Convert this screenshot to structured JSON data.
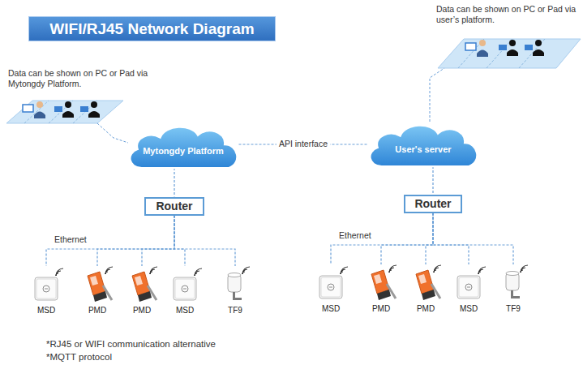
{
  "diagram": {
    "title": "WIFI/RJ45 Network Diagram",
    "nodes": [
      {
        "text": [
          "Mytongdy Platform"
        ]
      },
      {
        "text": [
          "User's server"
        ]
      },
      {
        "text": [
          "Router"
        ]
      },
      {
        "text": [
          "Router"
        ]
      },
      {
        "text": [
          "MSD"
        ]
      },
      {
        "text": [
          "PMD"
        ]
      },
      {
        "text": [
          "PMD"
        ]
      },
      {
        "text": [
          "MSD"
        ]
      },
      {
        "text": [
          "TF9"
        ]
      },
      {
        "text": [
          "MSD"
        ]
      },
      {
        "text": [
          "PMD"
        ]
      },
      {
        "text": [
          "PMD"
        ]
      },
      {
        "text": [
          "MSD"
        ]
      },
      {
        "text": [
          "TF9"
        ]
      }
    ],
    "edges": [
      {
        "from": 0,
        "to": 1,
        "arrow": "none",
        "label": "API interface"
      },
      {
        "from": 0,
        "to": 2,
        "arrow": "none"
      },
      {
        "from": 1,
        "to": 3,
        "arrow": "none"
      },
      {
        "from": 2,
        "to": 4,
        "arrow": "none"
      },
      {
        "from": 2,
        "to": 5,
        "arrow": "none"
      },
      {
        "from": 2,
        "to": 6,
        "arrow": "none"
      },
      {
        "from": 2,
        "to": 7,
        "arrow": "none"
      },
      {
        "from": 2,
        "to": 8,
        "arrow": "none"
      },
      {
        "from": 3,
        "to": 9,
        "arrow": "none"
      },
      {
        "from": 3,
        "to": 10,
        "arrow": "none"
      },
      {
        "from": 3,
        "to": 11,
        "arrow": "none"
      },
      {
        "from": 3,
        "to": 12,
        "arrow": "none"
      },
      {
        "from": 3,
        "to": 13,
        "arrow": "none"
      }
    ],
    "labels": [
      "Data can be shown on PC or Pad via Mytongdy Platform.",
      "Data can be shown on PC or Pad via user’s platform.",
      "Ethernet",
      "Ethernet",
      "*RJ45 or WIFI communication alternative",
      "*MQTT protocol"
    ]
  }
}
